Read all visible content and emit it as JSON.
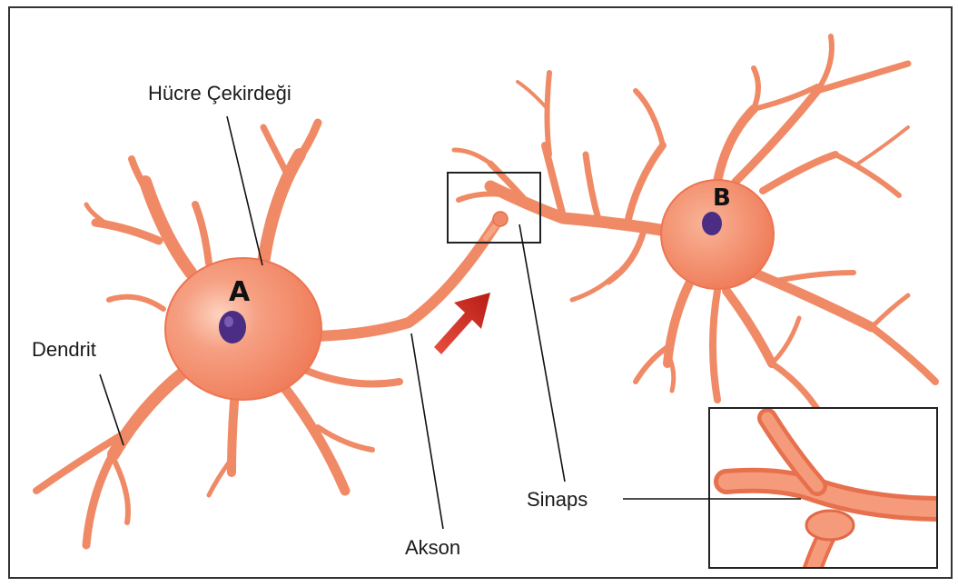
{
  "labels": {
    "nucleus": "Hücre Çekirdeği",
    "dendrite": "Dendrit",
    "axon": "Akson",
    "synapse": "Sinaps",
    "neuron_a": "A",
    "neuron_b": "B"
  },
  "colors": {
    "cell_body": "#f2835f",
    "cell_highlight": "#fbc3ac",
    "cell_outline": "#e16c4c",
    "nucleus": "#4b2d84",
    "arrow": "#d4271f",
    "line": "#111111",
    "frame": "#333333"
  }
}
